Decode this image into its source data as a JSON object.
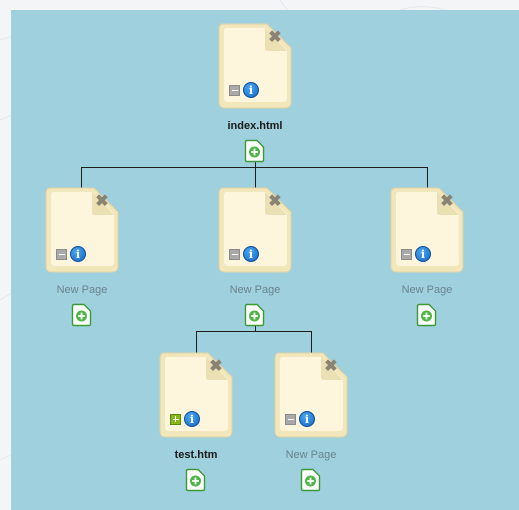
{
  "colors": {
    "panel": "#9ed0de",
    "page_fill": "#fdf6dc",
    "page_border": "#e8dcb0",
    "label_default": "#6a8490",
    "label_named": "#1a1a1a",
    "add_icon": "#4fb548"
  },
  "tree": {
    "root": {
      "label": "index.html",
      "expand_state": "collapse"
    },
    "children": [
      {
        "label": "New Page",
        "expand_state": "collapse"
      },
      {
        "label": "New Page",
        "expand_state": "collapse"
      },
      {
        "label": "New Page",
        "expand_state": "collapse"
      }
    ],
    "grandchildren": [
      {
        "label": "test.htm",
        "expand_state": "expand"
      },
      {
        "label": "New Page",
        "expand_state": "collapse"
      }
    ]
  },
  "icons": {
    "close": "close-icon",
    "collapse": "collapse-icon",
    "expand": "expand-icon",
    "info": "info-icon",
    "add_page": "add-page-icon"
  },
  "glyphs": {
    "close": "✖",
    "info": "i"
  }
}
